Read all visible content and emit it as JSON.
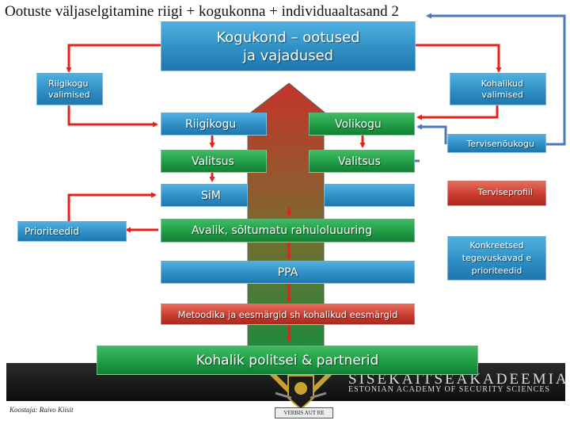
{
  "title": "Ootuste väljaselgitamine riigi + kogukonna + individuaaltasand 2",
  "boxes": {
    "kogukond": [
      "Kogukond – ootused",
      "ja vajadused"
    ],
    "riigikogu_valimised": [
      "Riigikogu",
      "valimised"
    ],
    "kohalikud_valimised": [
      "Kohalikud",
      "valimised"
    ],
    "riigikogu": "Riigikogu",
    "volikogu": "Volikogu",
    "tervisenoukogu": "Tervisenõukogu",
    "valitsus_left": "Valitsus",
    "valitsus_right": "Valitsus",
    "siM": "SiM",
    "terviseprofiil": "Terviseprofiil",
    "prioriteedid": "Prioriteedid",
    "avalik": "Avalik, sõltumatu rahuloluuuring",
    "konkreetsed": [
      "Konkreetsed",
      "tegevuskavad e",
      "prioriteedid"
    ],
    "ppa": "PPA",
    "metoodika": "Metoodika ja eesmärgid sh kohalikud eesmärgid",
    "kohalik": "Kohalik politsei & partnerid"
  },
  "footer": {
    "academy_name": "SISEKAITSEAKADEEMIA",
    "academy_name_en": "ESTONIAN ACADEMY OF SECURITY SCIENCES",
    "motto": "VERBIS AUT RE",
    "author": "Koostaja: Raivo Kiisit"
  },
  "colors": {
    "blue": "#2f8fc4",
    "green": "#1f9c45",
    "red": "#c8392c",
    "connector_red": "#e8201c",
    "connector_blue": "#4a78b8"
  }
}
